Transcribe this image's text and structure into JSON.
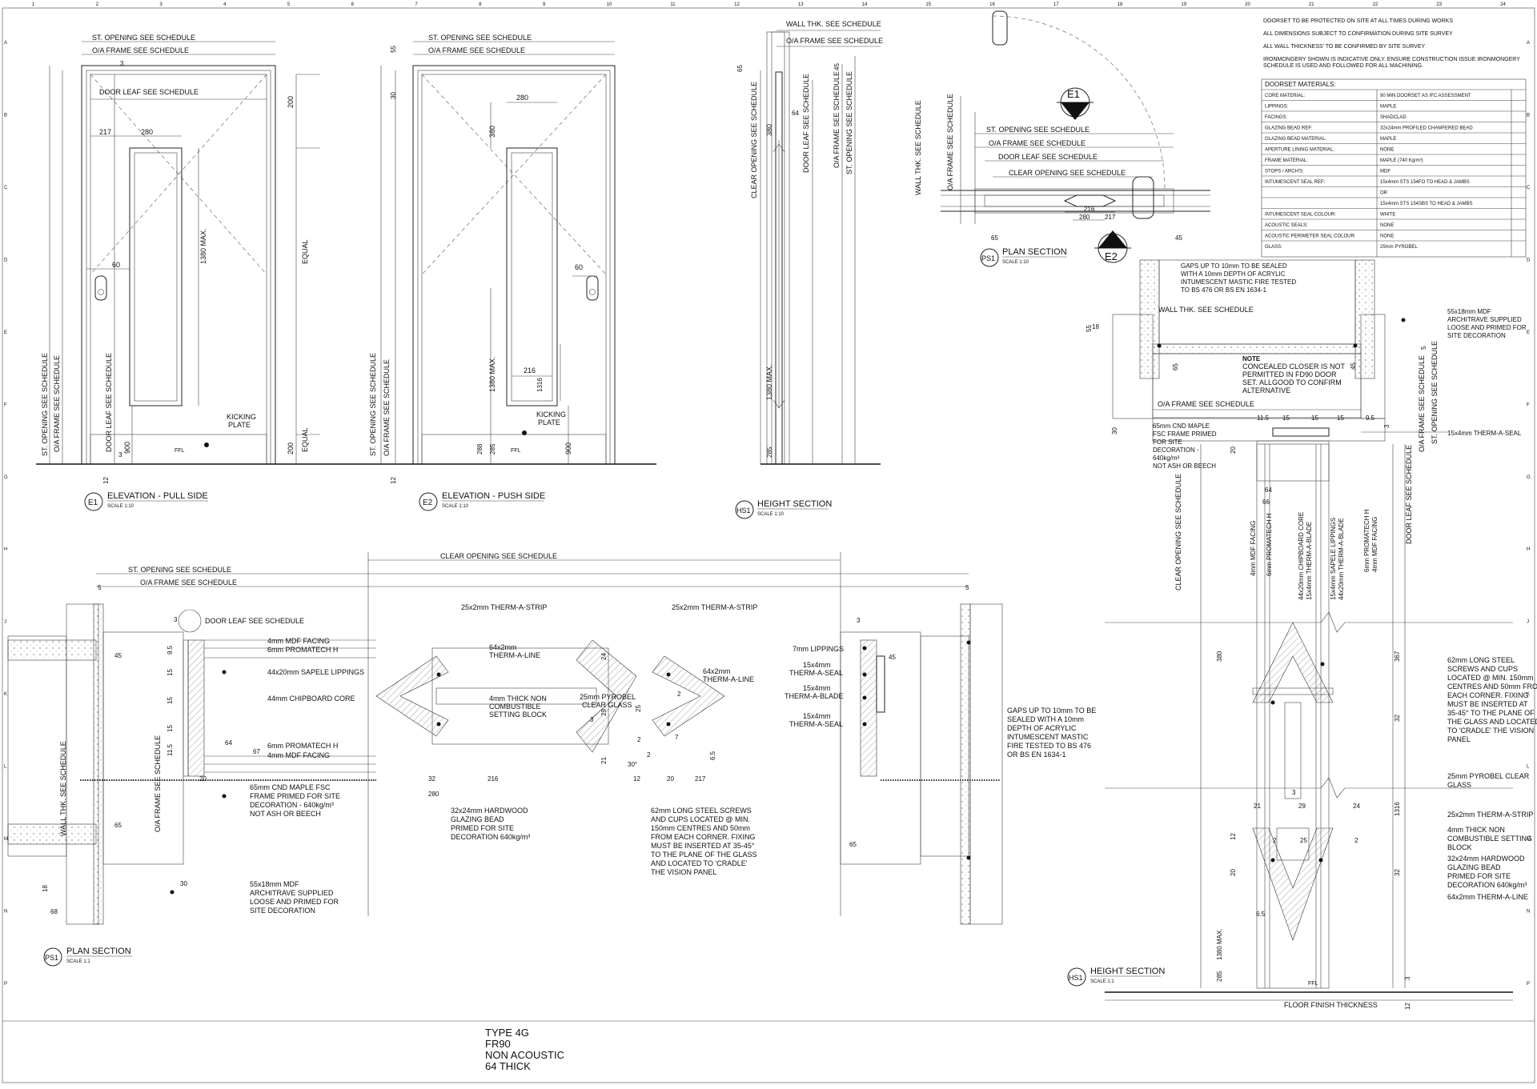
{
  "grid": {
    "columns": [
      "1",
      "2",
      "3",
      "4",
      "5",
      "6",
      "7",
      "8",
      "9",
      "10",
      "11",
      "12",
      "13",
      "14",
      "15",
      "16",
      "17",
      "18",
      "19",
      "20",
      "21",
      "22",
      "23",
      "24"
    ],
    "rows": [
      "A",
      "B",
      "C",
      "D",
      "E",
      "F",
      "G",
      "H",
      "J",
      "K",
      "L",
      "M",
      "N",
      "P"
    ]
  },
  "notes": [
    "DOORSET TO BE PROTECTED ON SITE AT ALL TIMES DURING WORKS",
    "ALL DIMENSIONS SUBJECT TO CONFIRMATION DURING SITE SURVEY",
    "ALL WALL THICKNESS' TO BE CONFIRMED BY SITE SURVEY",
    "IRONMONGERY SHOWN IS INDICATIVE ONLY. ENSURE CONSTRUCTION ISSUE IRONMONGERY",
    "SCHEDULE IS USED AND FOLLOWED FOR ALL MACHINING."
  ],
  "materials": {
    "title": "DOORSET MATERIALS:",
    "rows": [
      {
        "label": "CORE MATERIAL:",
        "value": "90 MIN DOORSET AS IFC ASSESSMENT"
      },
      {
        "label": "LIPPINGS:",
        "value": "MAPLE"
      },
      {
        "label": "FACINGS:",
        "value": "SHADCLAD"
      },
      {
        "label": "GLAZING BEAD REF:",
        "value": "32x24mm PROFILED CHAMFERED BEAD"
      },
      {
        "label": "GLAZING BEAD MATERIAL:",
        "value": "MAPLE"
      },
      {
        "label": "APERTURE LINING MATERIAL:",
        "value": "NONE"
      },
      {
        "label": "FRAME MATERIAL:",
        "value": "MAPLE (740 Kg/m³)"
      },
      {
        "label": "STOPS / ARCH'S:",
        "value": "MDF"
      },
      {
        "label": "INTUMESCENT SEAL REF:",
        "value": "15x4mm STS 154FO TO HEAD & JAMBS"
      },
      {
        "label": "",
        "value": "OR"
      },
      {
        "label": "",
        "value": "15x4mm STS 154SBS TO HEAD & JAMBS"
      },
      {
        "label": "INTUMESCENT SEAL COLOUR:",
        "value": "WHITE"
      },
      {
        "label": "ACOUSTIC SEALS:",
        "value": "NONE"
      },
      {
        "label": "ACOUSTIC PERIMETER SEAL COLOUR:",
        "value": "NONE"
      },
      {
        "label": "GLASS:",
        "value": "25mm PYROBEL"
      }
    ]
  },
  "e1": {
    "tag": "E1",
    "title": "ELEVATION - PULL SIDE",
    "scale": "SCALE 1:10",
    "st_opening": "ST. OPENING SEE SCHEDULE",
    "oa_frame": "O/A FRAME SEE SCHEDULE",
    "door_leaf": "DOOR LEAF SEE SCHEDULE",
    "kicking_plate": [
      "KICKING",
      "PLATE"
    ],
    "st_opening_v": "ST. OPENING SEE SCHEDULE",
    "oa_frame_v": "O/A FRAME SEE SCHEDULE",
    "door_leaf_v": "DOOR LEAF SEE SCHEDULE",
    "equal": "EQUAL",
    "ffl": "FFL",
    "dims": [
      "3",
      "217",
      "280",
      "60",
      "1380 MAX.",
      "200",
      "200",
      "900",
      "3",
      "12"
    ]
  },
  "e2": {
    "tag": "E2",
    "title": "ELEVATION - PUSH SIDE",
    "scale": "SCALE 1:10",
    "st_opening": "ST. OPENING SEE SCHEDULE",
    "oa_frame": "O/A FRAME SEE SCHEDULE",
    "kicking_plate": [
      "KICKING",
      "PLATE"
    ],
    "ffl": "FFL",
    "st_opening_v": "ST. OPENING SEE SCHEDULE",
    "oa_frame_v": "O/A FRAME SEE SCHEDULE",
    "dims": [
      "55",
      "30",
      "280",
      "380",
      "60",
      "216",
      "1316",
      "1380 MAX.",
      "288",
      "285",
      "900",
      "12"
    ]
  },
  "hs1": {
    "tag": "HS1",
    "title": "HEIGHT SECTION",
    "scale": "SCALE 1:10",
    "wall_thk": "WALL THK. SEE SCHEDULE",
    "oa_frame": "O/A FRAME SEE SCHEDULE",
    "clear_opening_v": "CLEAR OPENING SEE SCHEDULE",
    "door_leaf_v": "DOOR LEAF SEE SCHEDULE",
    "oa_frame_v": "O/A FRAME SEE SCHEDULE",
    "st_opening_v": "ST. OPENING SEE SCHEDULE",
    "dims": [
      "65",
      "45",
      "380",
      "64",
      "1380 MAX.",
      "285"
    ]
  },
  "ps1_small": {
    "tag": "PS1",
    "title": "PLAN SECTION",
    "scale": "SCALE 1:10",
    "e1": "E1",
    "e2": "E2",
    "st_opening": "ST. OPENING SEE SCHEDULE",
    "oa_frame": "O/A FRAME SEE SCHEDULE",
    "door_leaf": "DOOR LEAF SEE SCHEDULE",
    "clear_opening": "CLEAR OPENING SEE SCHEDULE",
    "wall_thk_v": "WALL THK. SEE SCHEDULE",
    "oa_frame_v": "O/A FRAME SEE SCHEDULE",
    "dims": [
      "216",
      "280",
      "217",
      "65",
      "45"
    ]
  },
  "ps1_large": {
    "tag": "PS1",
    "title": "PLAN SECTION",
    "scale": "SCALE 1:1",
    "st_opening": "ST. OPENING SEE SCHEDULE",
    "oa_frame": "O/A FRAME SEE SCHEDULE",
    "clear_opening": "CLEAR OPENING SEE SCHEDULE",
    "door_leaf": "DOOR LEAF SEE SCHEDULE",
    "wall_thk_v": "WALL THK. SEE SCHEDULE",
    "oa_frame_v": "O/A FRAME SEE SCHEDULE",
    "labels": {
      "mdf1": "4mm MDF FACING",
      "prom1": "6mm PROMATECH H",
      "sapele": "44x20mm SAPELE LIPPINGS",
      "core": "44mm CHIPBOARD CORE",
      "prom2": "6mm PROMATECH H",
      "mdf2": "4mm MDF FACING",
      "frame": [
        "65mm CND MAPLE FSC",
        "FRAME PRIMED FOR SITE",
        "DECORATION - 640kg/m³",
        "NOT ASH OR BEECH"
      ],
      "arch": [
        "55x18mm MDF",
        "ARCHITRAVE SUPPLIED",
        "LOOSE AND PRIMED FOR",
        "SITE DECORATION"
      ],
      "strip1": "25x2mm THERM-A-STRIP",
      "line1": [
        "64x2mm",
        "THERM-A-LINE"
      ],
      "setting": [
        "4mm THICK NON",
        "COMBUSTIBLE",
        "SETTING BLOCK"
      ],
      "bead": [
        "32x24mm HARDWOOD",
        "GLAZING BEAD",
        "PRIMED FOR SITE",
        "DECORATION 640kg/m³"
      ],
      "strip2": "25x2mm THERM-A-STRIP",
      "glass": [
        "25mm PYROBEL",
        "CLEAR GLASS"
      ],
      "line2": [
        "64x2mm",
        "THERM-A-LINE"
      ],
      "screws": [
        "62mm LONG STEEL SCREWS",
        "AND CUPS LOCATED @ MIN.",
        "150mm CENTRES AND 50mm",
        "FROM EACH CORNER. FIXING",
        "MUST BE INSERTED AT 35-45°",
        "TO THE PLANE OF THE GLASS",
        "AND LOCATED TO 'CRADLE'",
        "THE VISION PANEL"
      ],
      "lippings": "7mm LIPPINGS",
      "seal1": [
        "15x4mm",
        "THERM-A-SEAL"
      ],
      "blade": [
        "15x4mm",
        "THERM-A-BLADE"
      ],
      "seal2": [
        "15x4mm",
        "THERM-A-SEAL"
      ],
      "gaps": [
        "GAPS UP TO 10mm TO BE",
        "SEALED WITH A 10mm",
        "DEPTH OF ACRYLIC",
        "INTUMESCENT MASTIC",
        "FIRE TESTED TO BS 476",
        "OR BS EN 1634-1"
      ]
    },
    "dims": [
      "5",
      "3",
      "45",
      "9.5",
      "15",
      "15",
      "15",
      "11.5",
      "64",
      "67",
      "20",
      "65",
      "18",
      "30",
      "68",
      "32",
      "216",
      "280",
      "24",
      "29",
      "25",
      "2",
      "3",
      "21",
      "2",
      "30°",
      "12",
      "20",
      "217",
      "7",
      "6.5",
      "2",
      "3",
      "45",
      "65",
      "5"
    ]
  },
  "hs1_large": {
    "tag": "HS1",
    "title": "HEIGHT SECTION",
    "scale": "SCALE 1:1",
    "gaps": [
      "GAPS UP TO 10mm TO BE SEALED",
      "WITH A 10mm DEPTH OF ACRYLIC",
      "INTUMESCENT MASTIC FIRE TESTED",
      "TO BS 476 OR BS EN 1634-1"
    ],
    "wall_thk": "WALL THK. SEE SCHEDULE",
    "arch": [
      "55x18mm MDF",
      "ARCHITRAVE SUPPLIED",
      "LOOSE AND PRIMED FOR",
      "SITE DECORATION"
    ],
    "note_title": "NOTE",
    "note": [
      "CONCEALED CLOSER IS NOT",
      "PERMITTED IN FD90 DOOR",
      "SET. ALLGOOD TO CONFIRM",
      "ALTERNATIVE"
    ],
    "oa_frame": "O/A FRAME SEE SCHEDULE",
    "seal": "15x4mm THERM-A-SEAL",
    "frame": [
      "65mm CND MAPLE",
      "FSC FRAME PRIMED",
      "FOR SITE",
      "DECORATION -",
      "640kg/m³",
      "NOT ASH OR BEECH"
    ],
    "clear_opening_v": "CLEAR OPENING SEE SCHEDULE",
    "door_leaf_v": "DOOR LEAF SEE SCHEDULE",
    "oa_frame_v": "O/A FRAME SEE SCHEDULE",
    "st_opening_v": "ST. OPENING SEE SCHEDULE",
    "layers_v": [
      "4mm MDF FACING",
      "6mm PROMATECH H",
      "44x20mm CHIPBOARD CORE",
      "15x4mm THERM-A-BLADE",
      "15x4mm SAPELE LIPPINGS",
      "44x20mm THERM-A-BLADE",
      "6mm PROMATECH H",
      "4mm MDF FACING"
    ],
    "screws": [
      "62mm LONG STEEL",
      "SCREWS AND CUPS",
      "LOCATED @ MIN. 150mm",
      "CENTRES AND 50mm FROM",
      "EACH CORNER. FIXING",
      "MUST BE INSERTED AT",
      "35-45° TO THE PLANE OF",
      "THE GLASS AND LOCATED",
      "TO 'CRADLE' THE VISION",
      "PANEL"
    ],
    "glass": [
      "25mm PYROBEL CLEAR",
      "GLASS"
    ],
    "strip": "25x2mm THERM-A-STRIP",
    "setting": [
      "4mm THICK NON",
      "COMBUSTIBLE SETTING",
      "BLOCK"
    ],
    "bead": [
      "32x24mm HARDWOOD",
      "GLAZING BEAD",
      "PRIMED FOR SITE",
      "DECORATION 640kg/m³"
    ],
    "line": "64x2mm THERM-A-LINE",
    "floor": "FLOOR FINISH THICKNESS",
    "ffl": "FFL",
    "dims": [
      "18",
      "55",
      "65",
      "45",
      "30",
      "20",
      "11.5",
      "15",
      "15",
      "15",
      "9.5",
      "3",
      "5",
      "64",
      "66",
      "380",
      "367",
      "32",
      "3",
      "21",
      "29",
      "24",
      "1316",
      "12",
      "2",
      "25",
      "2",
      "20",
      "32",
      "1380 MAX.",
      "6.5",
      "285",
      "3",
      "12"
    ]
  },
  "title_block": [
    "TYPE 4G",
    "FR90",
    "NON ACOUSTIC",
    "64 THICK"
  ]
}
